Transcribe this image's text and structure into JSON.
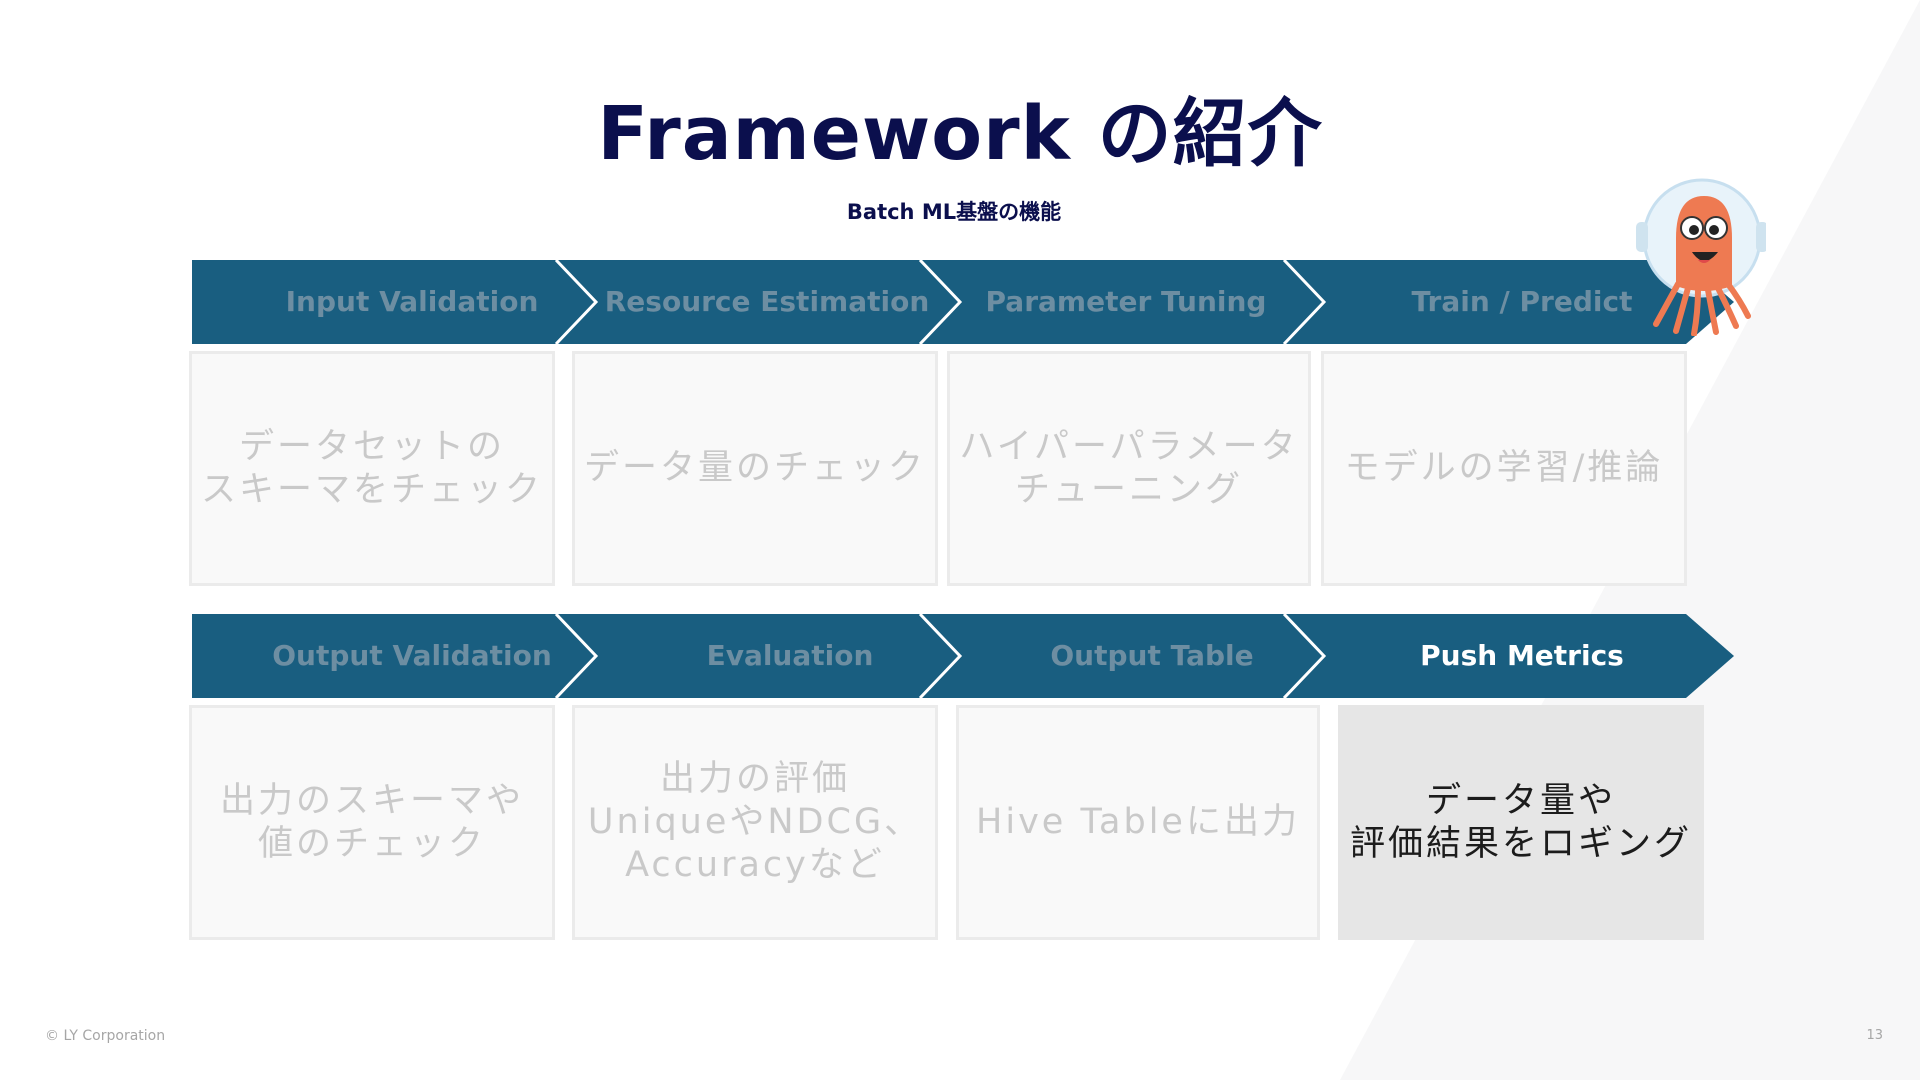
{
  "title": "Framework の紹介",
  "subtitle": "Batch ML基盤の機能",
  "row1": {
    "steps": [
      {
        "label": "Input Validation",
        "card": "データセットの\nスキーマをチェック"
      },
      {
        "label": "Resource Estimation",
        "card": "データ量のチェック"
      },
      {
        "label": "Parameter Tuning",
        "card": "ハイパーパラメータ\nチューニング"
      },
      {
        "label": "Train / Predict",
        "card": "モデルの学習/推論"
      }
    ]
  },
  "row2": {
    "steps": [
      {
        "label": "Output Validation",
        "card": "出力のスキーマや\n値のチェック"
      },
      {
        "label": "Evaluation",
        "card": "出力の評価\nUniqueやNDCG、\nAccuracyなど"
      },
      {
        "label": "Output Table",
        "card": "Hive Tableに出力"
      },
      {
        "label": "Push Metrics",
        "card": "データ量や\n評価結果をロギング"
      }
    ]
  },
  "active_step": "Push Metrics",
  "colors": {
    "band": "#195e80",
    "title": "#0b0f4d",
    "active_card": "#e6e6e6"
  },
  "mascot_icon": "octopus-mascot-icon",
  "footer": {
    "copyright": "© LY Corporation",
    "page_number": "13"
  }
}
